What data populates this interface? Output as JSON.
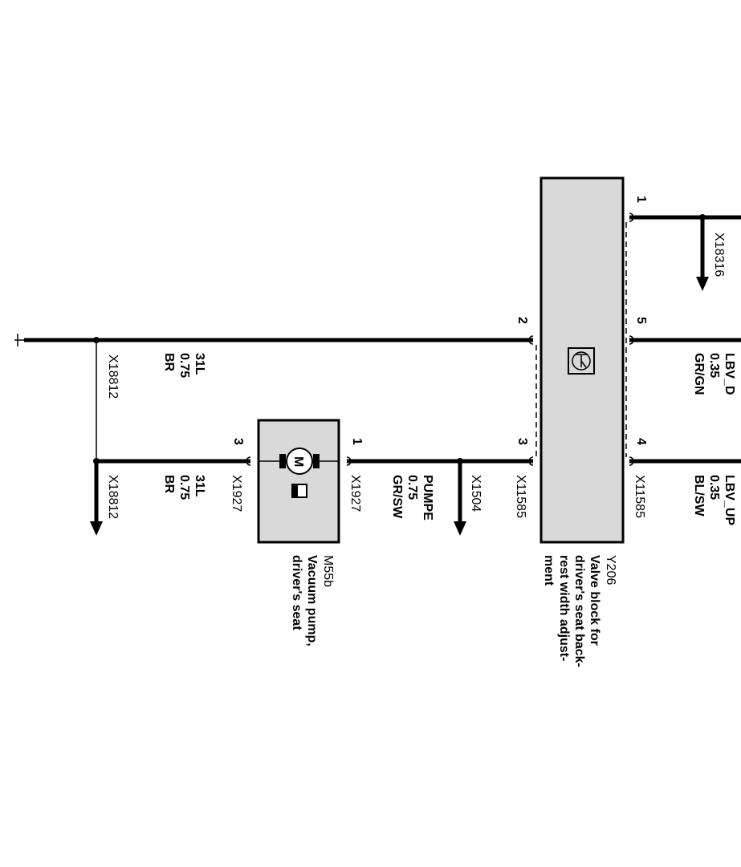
{
  "components": {
    "y206": {
      "id": "Y206",
      "desc_lines": [
        "Valve block for",
        "driver's seat back-",
        "rest width adjust-",
        "ment"
      ]
    },
    "m55b": {
      "id": "M55b",
      "desc_lines": [
        "Vacuum pump,",
        "driver's seat"
      ],
      "motor_letter": "M"
    }
  },
  "pins": {
    "y206_1": "1",
    "y206_2": "2",
    "y206_3": "3",
    "y206_4": "4",
    "y206_5": "5",
    "m55b_1": "1",
    "m55b_3": "3"
  },
  "connectors": {
    "x18316": "X18316",
    "x18812_top": "X18812",
    "x18812_bottom": "X18812",
    "x1927_left": "X1927",
    "x1927_right": "X1927",
    "x1504": "X1504",
    "x11585_left": "X11585",
    "x11585_right": "X11585"
  },
  "wires": {
    "ground_top": {
      "name": "31L",
      "size": "0.75",
      "color": "BR"
    },
    "ground_bottom": {
      "name": "31L",
      "size": "0.75",
      "color": "BR"
    },
    "pump": {
      "name": "PUMPE",
      "size": "0.75",
      "color": "GR/SW"
    },
    "lbv_d": {
      "name": "LBV_D",
      "size": "0.35",
      "color": "GR/GN"
    },
    "lbv_up": {
      "name": "LBV_UP",
      "size": "0.35",
      "color": "BL/SW"
    }
  }
}
